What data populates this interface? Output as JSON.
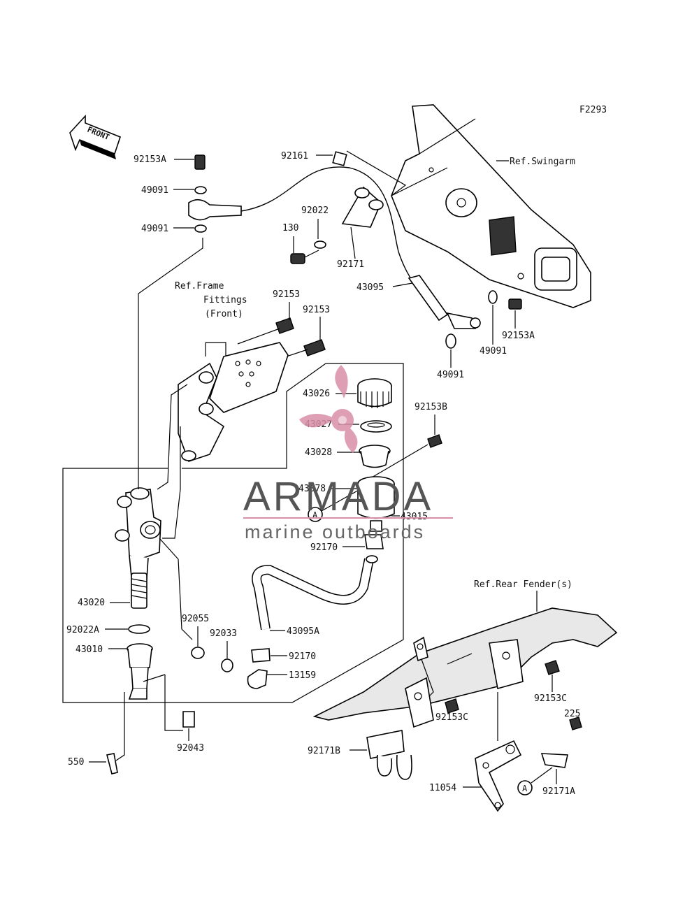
{
  "figure_code": "F2293",
  "front_arrow": {
    "label": "FRONT",
    "icon": "front-arrow-icon"
  },
  "refs": {
    "swingarm": "Ref.Swingarm",
    "frame_line1": "Ref.Frame",
    "frame_line2": "Fittings",
    "frame_line3": "(Front)",
    "rear_fender": "Ref.Rear Fender(s)"
  },
  "parts": {
    "p92153A_top": "92153A",
    "p49091_a": "49091",
    "p49091_b": "49091",
    "p92161": "92161",
    "p92022": "92022",
    "p130": "130",
    "p92171": "92171",
    "p43095": "43095",
    "p92153A_right": "92153A",
    "p49091_c": "49091",
    "p49091_d": "49091",
    "p92153_a": "92153",
    "p92153_b": "92153",
    "p43026": "43026",
    "p43027": "43027",
    "p43028": "43028",
    "p92153B": "92153B",
    "p43078": "43078",
    "p43015": "43015",
    "p92170_top": "92170",
    "p43020": "43020",
    "p92022A": "92022A",
    "p43010": "43010",
    "p92055": "92055",
    "p92033": "92033",
    "p43095A": "43095A",
    "p92170_bottom": "92170",
    "p13159": "13159",
    "p92043": "92043",
    "p550": "550",
    "p92153C_a": "92153C",
    "p92153C_b": "92153C",
    "p225": "225",
    "p92171B": "92171B",
    "p92171A": "92171A",
    "p11054": "11054"
  },
  "callouts": {
    "a1": "A",
    "a2": "A"
  },
  "watermark": {
    "brand": "ARMADA",
    "tagline": "marine outboards",
    "accent": "#d98fa8",
    "icon": "propeller-logo-icon"
  }
}
